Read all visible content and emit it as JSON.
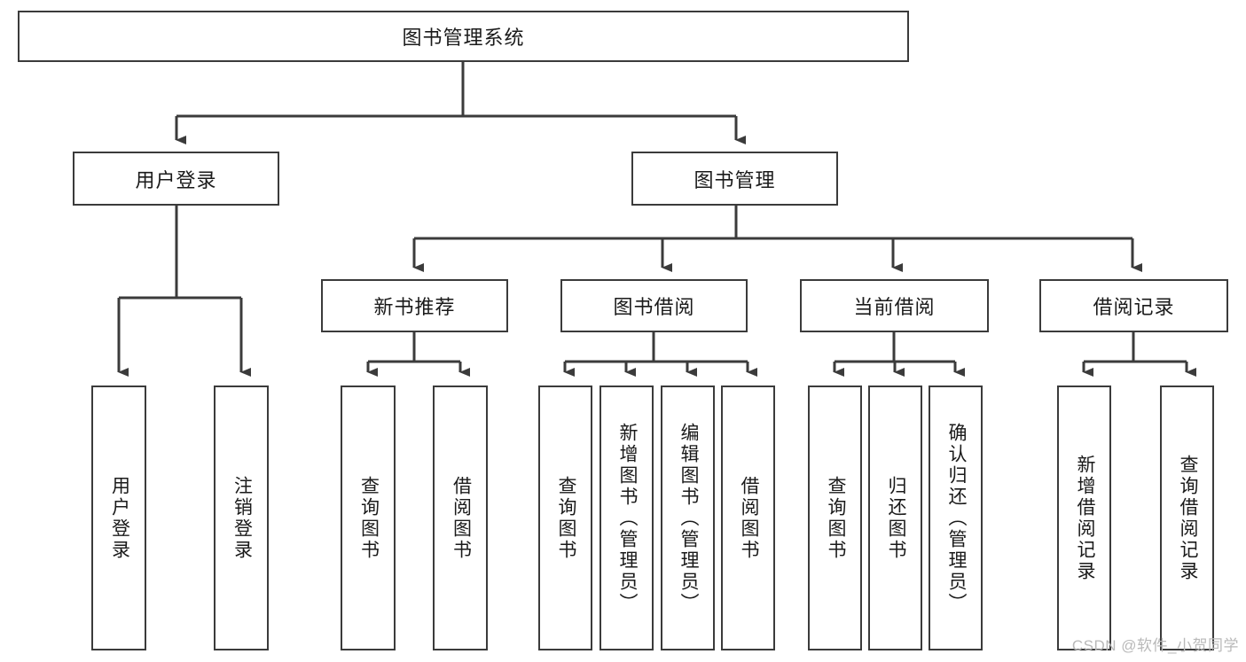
{
  "diagram": {
    "title": "图书管理系统",
    "type": "tree",
    "root": {
      "label": "图书管理系统"
    },
    "level2": [
      {
        "label": "用户登录"
      },
      {
        "label": "图书管理"
      }
    ],
    "level3": [
      {
        "label": "新书推荐"
      },
      {
        "label": "图书借阅"
      },
      {
        "label": "当前借阅"
      },
      {
        "label": "借阅记录"
      }
    ],
    "leaves": {
      "user_login": [
        "用户登录",
        "注销登录"
      ],
      "new_book_recommend": [
        "查询图书",
        "借阅图书"
      ],
      "book_borrow": [
        "查询图书",
        "新增图书（管理员）",
        "编辑图书（管理员）",
        "借阅图书"
      ],
      "current_borrow": [
        "查询图书",
        "归还图书",
        "确认归还（管理员）"
      ],
      "borrow_record": [
        "新增借阅记录",
        "查询借阅记录"
      ]
    }
  },
  "watermark": {
    "text": "CSDN @软件_小贺同学"
  },
  "colors": {
    "stroke": "#3b3b3b",
    "text": "#1a1a1a",
    "background": "#ffffff",
    "watermark": "#b9b9b9"
  }
}
